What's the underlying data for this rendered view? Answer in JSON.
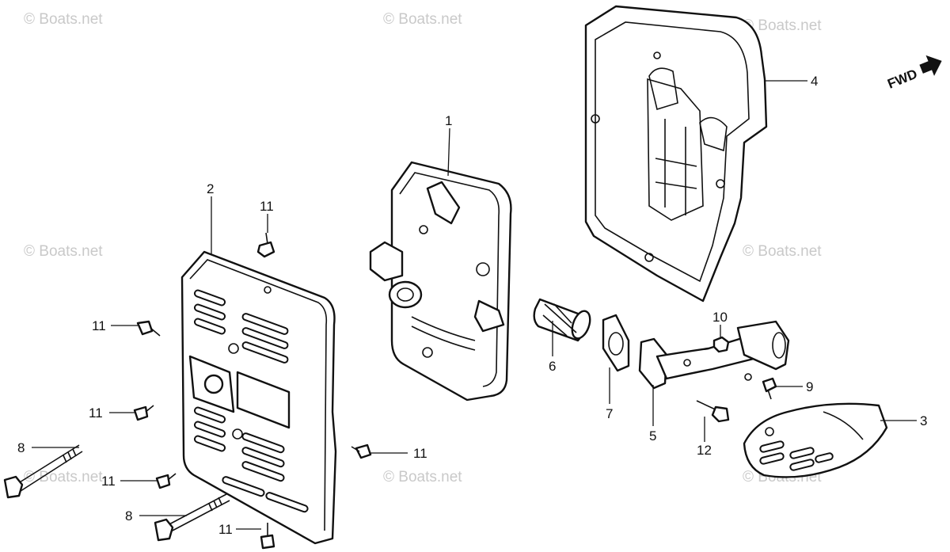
{
  "watermark": "© Boats.net",
  "direction_label": "FWD",
  "callouts": {
    "c1": "1",
    "c2": "2",
    "c3": "3",
    "c4": "4",
    "c5": "5",
    "c6": "6",
    "c7": "7",
    "c8a": "8",
    "c8b": "8",
    "c9": "9",
    "c10": "10",
    "c11a": "11",
    "c11b": "11",
    "c11c": "11",
    "c11d": "11",
    "c11e": "11",
    "c11f": "11",
    "c12": "12"
  }
}
